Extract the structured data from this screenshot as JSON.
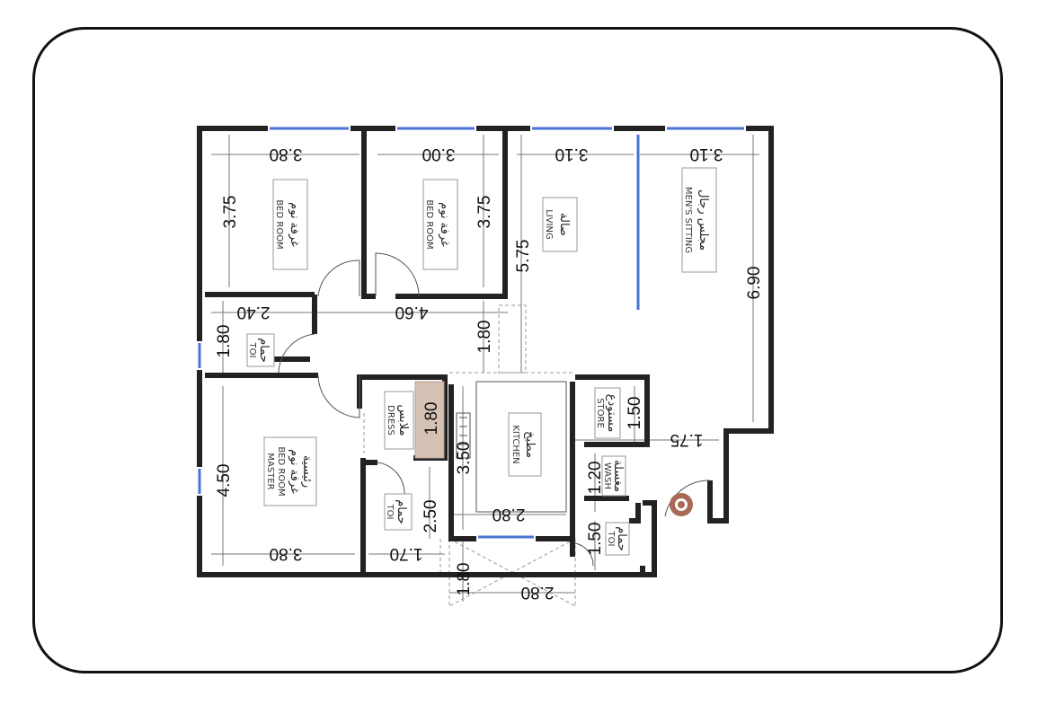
{
  "rooms": {
    "bedroom1": {
      "en": "BED  ROOM",
      "ar": "غرفة نوم",
      "w": "3.80",
      "h": "3.75"
    },
    "bedroom2": {
      "en": "BED  ROOM",
      "ar": "غرفة نوم",
      "w": "3.00",
      "h": "3.75"
    },
    "living": {
      "en": "LIVING",
      "ar": "صالة",
      "w": "3.10",
      "h": "5.75"
    },
    "mens_sitting": {
      "en": "MEN'S  SITTING",
      "ar": "مجلس رجال",
      "w": "3.10",
      "h": "6.90"
    },
    "corridor": {
      "w": "4.60",
      "h": "1.80"
    },
    "toilet1": {
      "en": "TOI",
      "ar": "حمام",
      "w": "2.40",
      "h": "1.80"
    },
    "master": {
      "en": "MASTER",
      "en2": "BED  ROOM",
      "ar": "غرفة نوم",
      "ar2": "رئيسية",
      "w": "3.80",
      "h": "4.50"
    },
    "dress": {
      "en": "DRESS",
      "ar": "ملابس",
      "h": "1.80"
    },
    "toilet2": {
      "en": "TOI",
      "ar": "حمام",
      "w": "1.70",
      "h": "2.50"
    },
    "kitchen": {
      "en": "KITCHEN",
      "ar": "مطبخ",
      "w": "2.80",
      "h": "3.50"
    },
    "store": {
      "en": "STORE",
      "ar": "مستودع",
      "h": "1.50"
    },
    "wash": {
      "en": "WASH",
      "ar": "مغسلة",
      "h": "1.20"
    },
    "toilet3": {
      "en": "TOI",
      "ar": "حمام",
      "h": "1.50"
    },
    "entrance": {
      "w": "1.75"
    },
    "porch": {
      "w": "2.80",
      "h": "1.80"
    }
  }
}
